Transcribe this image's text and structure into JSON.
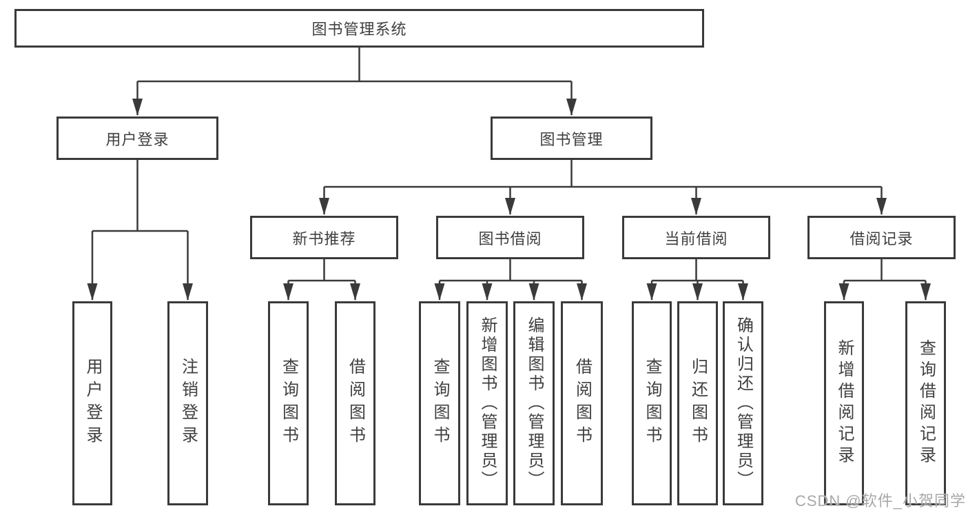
{
  "tree": {
    "root": "图书管理系统",
    "branches": [
      {
        "label": "用户登录",
        "children": [
          "用户登录",
          "注销登录"
        ]
      },
      {
        "label": "图书管理",
        "groups": [
          {
            "label": "新书推荐",
            "children": [
              "查询图书",
              "借阅图书"
            ]
          },
          {
            "label": "图书借阅",
            "children": [
              "查询图书",
              "新增图书（管理员）",
              "编辑图书（管理员）",
              "借阅图书"
            ]
          },
          {
            "label": "当前借阅",
            "children": [
              "查询图书",
              "归还图书",
              "确认归还（管理员）"
            ]
          },
          {
            "label": "借阅记录",
            "children": [
              "新增借阅记录",
              "查询借阅记录"
            ]
          }
        ]
      }
    ]
  },
  "watermark": "CSDN @软件_小贺同学",
  "colors": {
    "line": "#3a3a3a",
    "text": "#3f3f3f",
    "watermark": "#a8a8a8",
    "background": "#ffffff"
  }
}
